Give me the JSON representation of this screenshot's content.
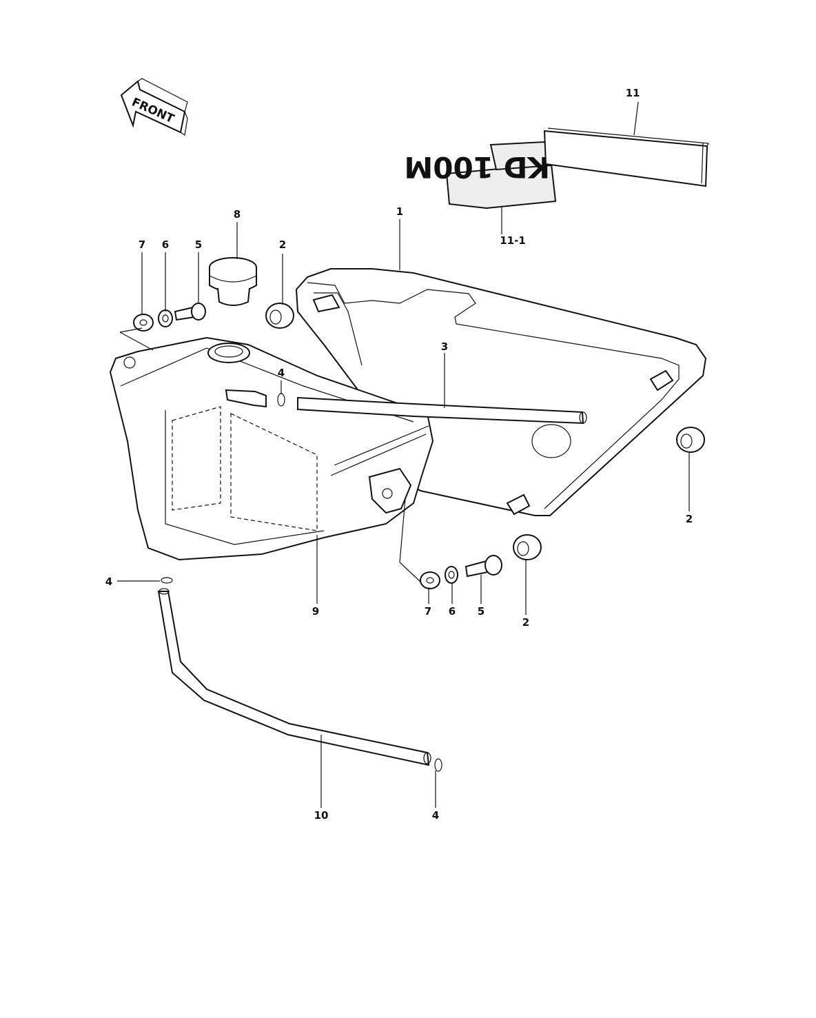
{
  "front_arrow": {
    "text": "FRONT"
  },
  "emblem": {
    "text": "KD 100M"
  },
  "labels": {
    "p1": "1",
    "p2a": "2",
    "p2b": "2",
    "p2c": "2",
    "p3": "3",
    "p4a": "4",
    "p4b": "4",
    "p4c": "4",
    "p5a": "5",
    "p5b": "5",
    "p6a": "6",
    "p6b": "6",
    "p7a": "7",
    "p7b": "7",
    "p8": "8",
    "p9": "9",
    "p10": "10",
    "p11": "11",
    "p11_1": "11-1"
  },
  "icons": [
    "front-arrow-icon",
    "emblem-icon",
    "oil-tank-icon",
    "side-cover-icon",
    "hose-icon",
    "grommet-icon",
    "bolt-icon",
    "washer-icon",
    "cap-icon",
    "clamp-icon",
    "decal-icon"
  ]
}
